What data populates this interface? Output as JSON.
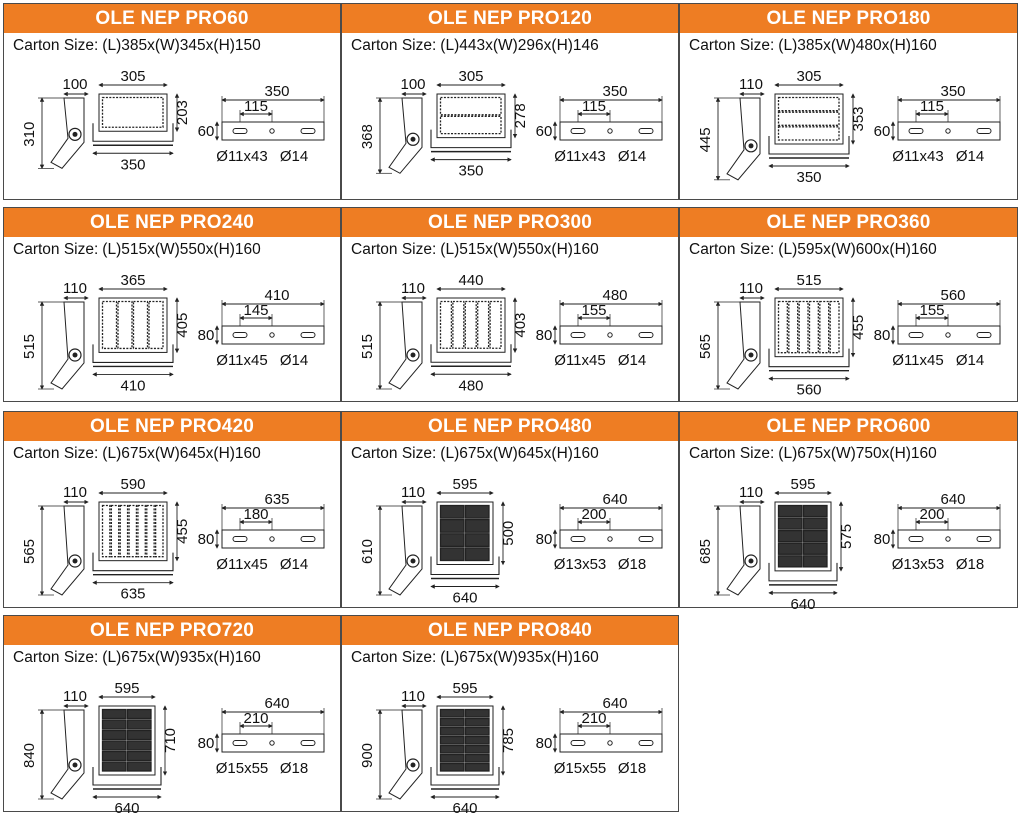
{
  "colors": {
    "header_bg": "#ee7d23",
    "header_text": "#ffffff",
    "border": "#4a4a4a",
    "line": "#222222"
  },
  "carton_prefix": "Carton Size:",
  "products": [
    {
      "title": "OLE NEP PRO60",
      "carton": "(L)385x(W)345x(H)150",
      "side_h": "310",
      "side_w": "100",
      "front_w": "305",
      "front_h": "203",
      "front_base": "350",
      "bracket_total": "350",
      "bracket_hole_spacing": "115",
      "bracket_h": "60",
      "slot": "Ø11x43",
      "hole": "Ø14",
      "modules": "1",
      "rows": "1"
    },
    {
      "title": "OLE NEP PRO120",
      "carton": "(L)443x(W)296x(H)146",
      "side_h": "368",
      "side_w": "100",
      "front_w": "305",
      "front_h": "278",
      "front_base": "350",
      "bracket_total": "350",
      "bracket_hole_spacing": "115",
      "bracket_h": "60",
      "slot": "Ø11x43",
      "hole": "Ø14",
      "modules": "1",
      "rows": "2"
    },
    {
      "title": "OLE NEP PRO180",
      "carton": "(L)385x(W)480x(H)160",
      "side_h": "445",
      "side_w": "110",
      "front_w": "305",
      "front_h": "353",
      "front_base": "350",
      "bracket_total": "350",
      "bracket_hole_spacing": "115",
      "bracket_h": "60",
      "slot": "Ø11x43",
      "hole": "Ø14",
      "modules": "1",
      "rows": "3"
    },
    {
      "title": "OLE NEP PRO240",
      "carton": "(L)515x(W)550x(H)160",
      "side_h": "515",
      "side_w": "110",
      "front_w": "365",
      "front_h": "405",
      "front_base": "410",
      "bracket_total": "410",
      "bracket_hole_spacing": "145",
      "bracket_h": "80",
      "slot": "Ø11x45",
      "hole": "Ø14",
      "modules": "4",
      "rows": "1"
    },
    {
      "title": "OLE NEP PRO300",
      "carton": "(L)515x(W)550x(H)160",
      "side_h": "515",
      "side_w": "110",
      "front_w": "440",
      "front_h": "403",
      "front_base": "480",
      "bracket_total": "480",
      "bracket_hole_spacing": "155",
      "bracket_h": "80",
      "slot": "Ø11x45",
      "hole": "Ø14",
      "modules": "5",
      "rows": "1"
    },
    {
      "title": "OLE NEP PRO360",
      "carton": "(L)595x(W)600x(H)160",
      "side_h": "565",
      "side_w": "110",
      "front_w": "515",
      "front_h": "455",
      "front_base": "560",
      "bracket_total": "560",
      "bracket_hole_spacing": "155",
      "bracket_h": "80",
      "slot": "Ø11x45",
      "hole": "Ø14",
      "modules": "6",
      "rows": "1"
    },
    {
      "title": "OLE NEP PRO420",
      "carton": "(L)675x(W)645x(H)160",
      "side_h": "565",
      "side_w": "110",
      "front_w": "590",
      "front_h": "455",
      "front_base": "635",
      "bracket_total": "635",
      "bracket_hole_spacing": "180",
      "bracket_h": "80",
      "slot": "Ø11x45",
      "hole": "Ø14",
      "modules": "7",
      "rows": "1"
    },
    {
      "title": "OLE NEP PRO480",
      "carton": "(L)675x(W)645x(H)160",
      "side_h": "610",
      "side_w": "110",
      "front_w": "595",
      "front_h": "500",
      "front_base": "640",
      "bracket_total": "640",
      "bracket_hole_spacing": "200",
      "bracket_h": "80",
      "slot": "Ø13x53",
      "hole": "Ø18",
      "modules": "2",
      "rows": "4"
    },
    {
      "title": "OLE NEP PRO600",
      "carton": "(L)675x(W)750x(H)160",
      "side_h": "685",
      "side_w": "110",
      "front_w": "595",
      "front_h": "575",
      "front_base": "640",
      "bracket_total": "640",
      "bracket_hole_spacing": "200",
      "bracket_h": "80",
      "slot": "Ø13x53",
      "hole": "Ø18",
      "modules": "2",
      "rows": "5"
    },
    {
      "title": "OLE NEP PRO720",
      "carton": "(L)675x(W)935x(H)160",
      "side_h": "840",
      "side_w": "110",
      "front_w": "595",
      "front_h": "710",
      "front_base": "640",
      "bracket_total": "640",
      "bracket_hole_spacing": "210",
      "bracket_h": "80",
      "slot": "Ø15x55",
      "hole": "Ø18",
      "modules": "2",
      "rows": "6"
    },
    {
      "title": "OLE NEP PRO840",
      "carton": "(L)675x(W)935x(H)160",
      "side_h": "900",
      "side_w": "110",
      "front_w": "595",
      "front_h": "785",
      "front_base": "640",
      "bracket_total": "640",
      "bracket_hole_spacing": "210",
      "bracket_h": "80",
      "slot": "Ø15x55",
      "hole": "Ø18",
      "modules": "2",
      "rows": "7"
    }
  ]
}
